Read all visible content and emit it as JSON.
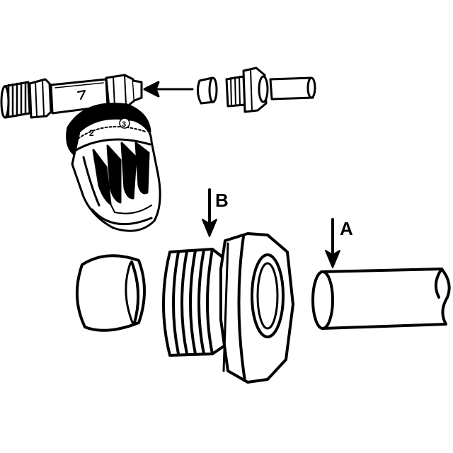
{
  "labels": {
    "a": "A",
    "b": "B"
  },
  "dial_numbers": [
    "2",
    "3"
  ],
  "colors": {
    "line": "#000000",
    "background": "#ffffff"
  }
}
